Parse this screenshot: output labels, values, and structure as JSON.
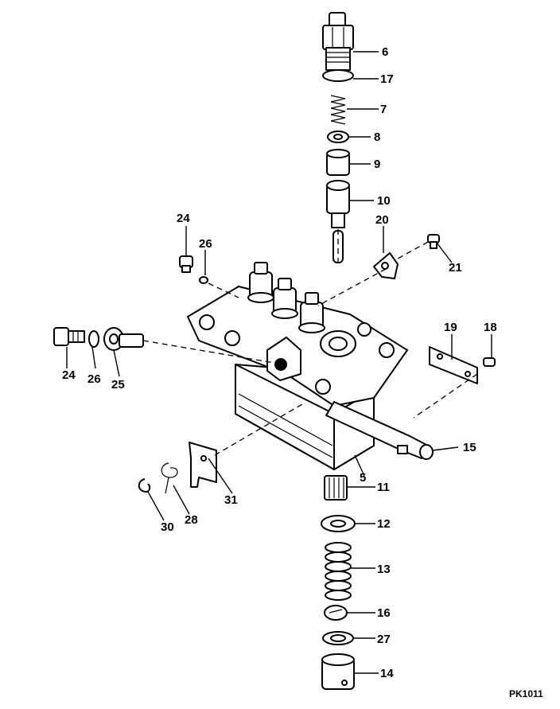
{
  "figure": {
    "code": "PK1011",
    "callouts": [
      "6",
      "17",
      "7",
      "8",
      "9",
      "10",
      "20",
      "21",
      "24",
      "26",
      "24",
      "26",
      "25",
      "19",
      "18",
      "15",
      "5",
      "11",
      "12",
      "13",
      "16",
      "27",
      "14",
      "31",
      "28",
      "30"
    ]
  }
}
